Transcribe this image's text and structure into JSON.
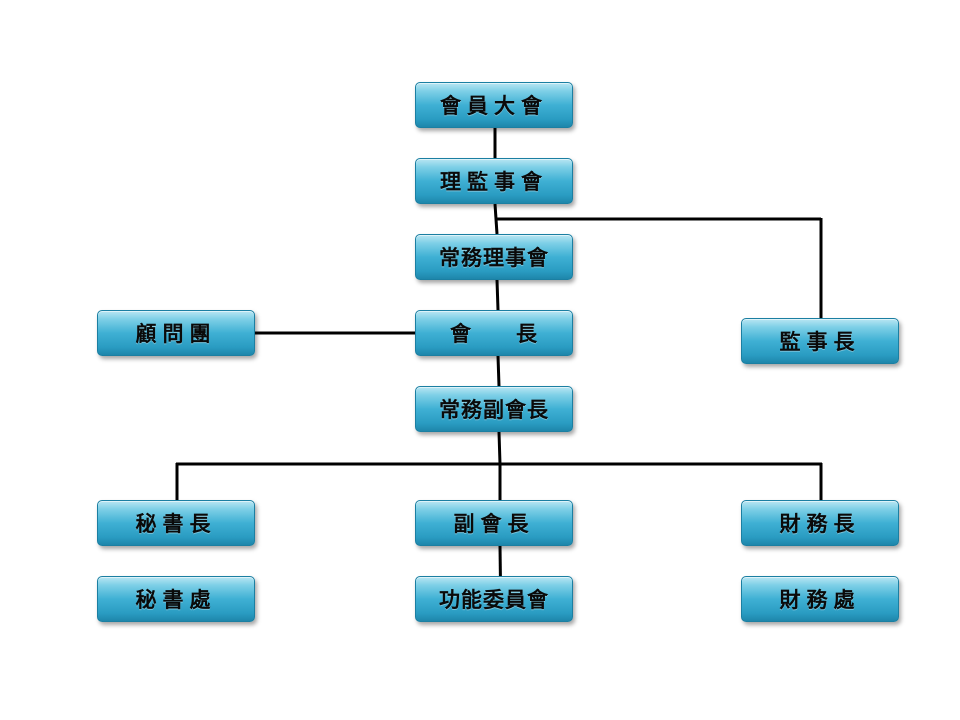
{
  "org_chart": {
    "nodes": {
      "general_assembly": "會員大會",
      "board_of_directors_supervisors": "理監事會",
      "standing_board": "常務理事會",
      "president": "會　　長",
      "advisory_group": "顧問團",
      "chief_supervisor": "監事長",
      "executive_vp": "常務副會長",
      "secretary_general": "秘書長",
      "vice_president": "副會長",
      "treasurer": "財務長",
      "secretariat": "秘書處",
      "functional_committees": "功能委員會",
      "finance_office": "財務處"
    },
    "colors": {
      "box_fill": "#3fb0d4",
      "box_border": "#1b7fa2",
      "connector": "#000000",
      "text": "#0a0a0a"
    }
  }
}
